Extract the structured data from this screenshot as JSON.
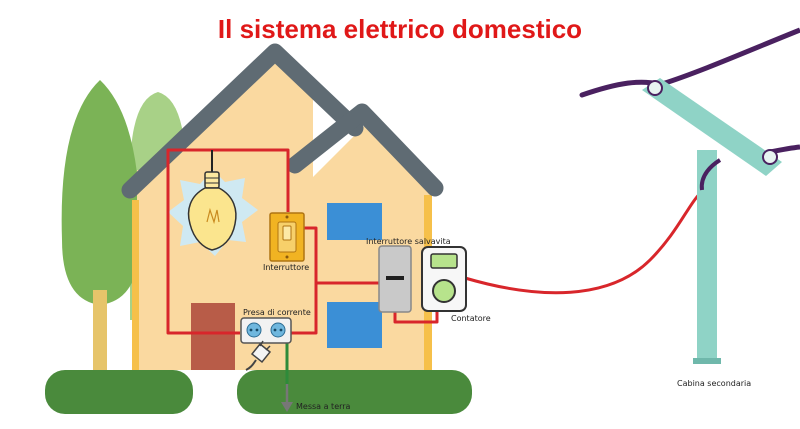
{
  "title": "Il sistema elettrico domestico",
  "labels": {
    "switch": "Interruttore",
    "breaker": "Interruttore salvavita",
    "socket": "Presa di corrente",
    "meter": "Contatore",
    "ground": "Messa a terra",
    "substation": "Cabina secondaria"
  },
  "colors": {
    "wire": "#d8262b",
    "ground_wire": "#2e8b3a",
    "roof": "#5f6b73",
    "wall": "#fad9a0",
    "trim": "#f6c04a",
    "window": "#3b8fd6",
    "door": "#b85c48",
    "lawn": "#4a8a3c",
    "tree": "#7bb356",
    "pole": "#8fd3c6",
    "power_line": "#4a2160"
  }
}
